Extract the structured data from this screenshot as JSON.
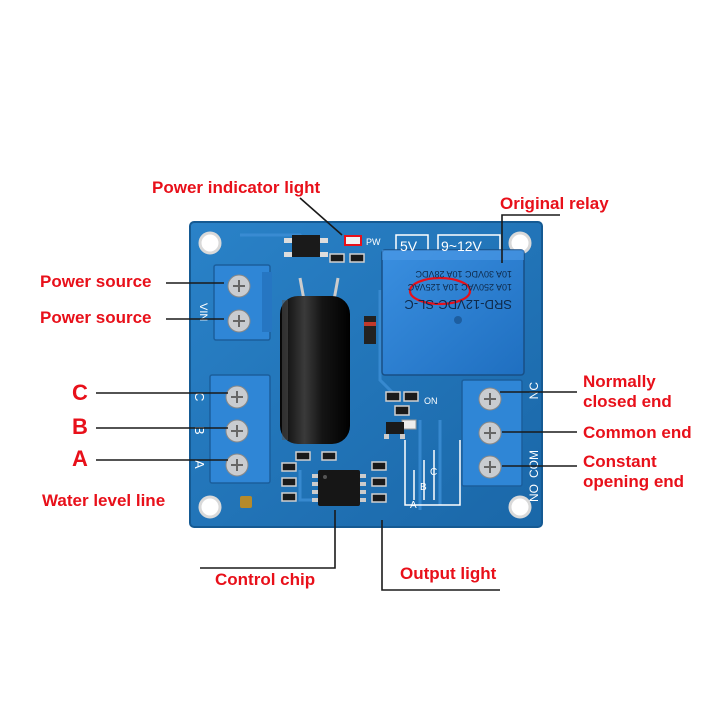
{
  "colors": {
    "board": "#1f73b7",
    "board_edge": "#155a93",
    "relay": "#2a7fd0",
    "relay_text": "#0f2a4a",
    "callout": "#e8101a",
    "terminal": "#2f86d6",
    "screw": "#c9ccd0",
    "capacitor": "#141414"
  },
  "callouts": {
    "power_indicator": "Power indicator light",
    "original_relay": "Original relay",
    "power_source_1": "Power source",
    "power_source_2": "Power source",
    "probe_c": "C",
    "probe_b": "B",
    "probe_a": "A",
    "water_level": "Water level line",
    "normally_closed": "Normally closed end",
    "common_end": "Common end",
    "constant_opening": "Constant opening end",
    "control_chip": "Control chip",
    "output_light": "Output light"
  },
  "silkscreen": {
    "pw": "PW",
    "v5": "5V",
    "v9_12": "9~12V",
    "vin": "VIN",
    "c": "C",
    "b": "B",
    "a": "A",
    "on": "ON",
    "nc": "NC",
    "com": "COM",
    "no": "NO",
    "abc_a": "A",
    "abc_b": "B",
    "abc_c": "C"
  },
  "relay": {
    "model": "SRD-12VDC-SL-C",
    "line1": "10A 250VAC 10A 125VAC",
    "line2": "10A 30VDC 10A 28VDC"
  }
}
